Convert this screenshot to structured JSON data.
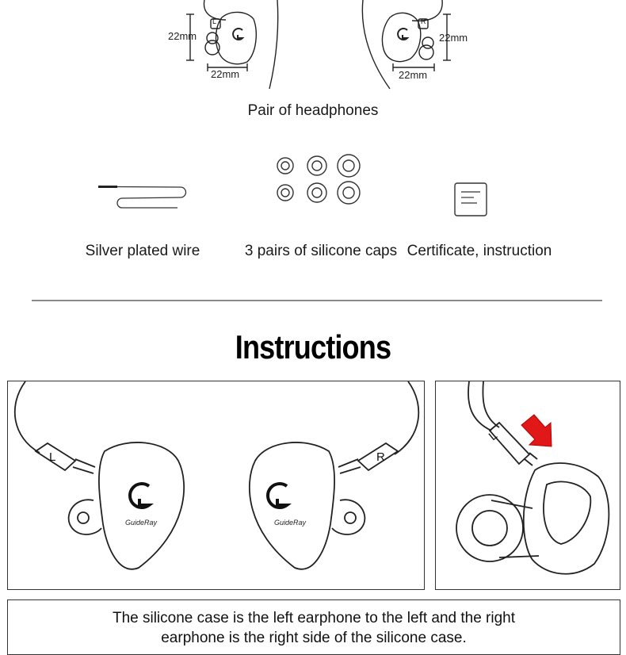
{
  "package_contents": {
    "headphones": {
      "caption": "Pair of headphones",
      "left_height_label": "22mm",
      "left_width_label": "22mm",
      "right_height_label": "22mm",
      "right_width_label": "22mm",
      "left_marker": "L",
      "right_marker": "R"
    },
    "wire_caption": "Silver plated wire",
    "caps_caption": "3 pairs of silicone caps",
    "certificate_caption": "Certificate, instruction"
  },
  "instructions": {
    "title": "Instructions",
    "brand_text": "GuideRay",
    "left_marker": "L",
    "right_marker": "R",
    "arrow_color": "#e01818",
    "note_line1": "The silicone case is the left earphone to the left and the right",
    "note_line2": "earphone is the right side of the silicone case."
  }
}
